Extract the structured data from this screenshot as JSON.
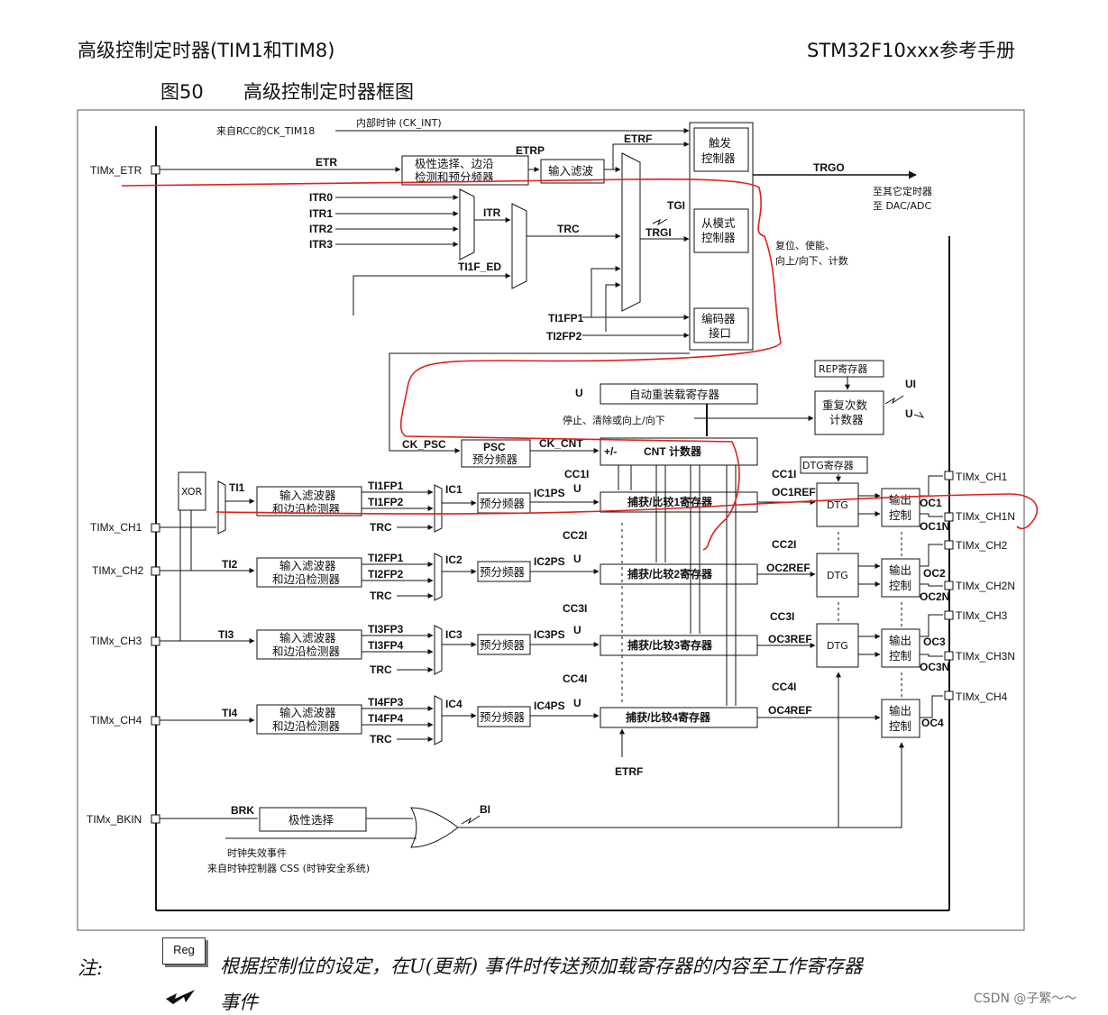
{
  "header": {
    "left": "高级控制定时器(TIM1和TIM8)",
    "right": "STM32F10xxx参考手册"
  },
  "figure": {
    "number": "图50",
    "title": "高级控制定时器框图"
  },
  "pins_left": {
    "etr": "TIMx_ETR",
    "ch1": "TIMx_CH1",
    "ch2": "TIMx_CH2",
    "ch3": "TIMx_CH3",
    "ch4": "TIMx_CH4",
    "bkin": "TIMx_BKIN"
  },
  "pins_right": {
    "ch1": "TIMx_CH1",
    "ch1n": "TIMx_CH1N",
    "ch2": "TIMx_CH2",
    "ch2n": "TIMx_CH2N",
    "ch3": "TIMx_CH3",
    "ch3n": "TIMx_CH3N",
    "ch4": "TIMx_CH4"
  },
  "clock": {
    "rcc": "来自RCC的CK_TIM18",
    "internal": "内部时钟 (CK_INT)"
  },
  "signals": {
    "etr": "ETR",
    "etrp": "ETRP",
    "etrf": "ETRF",
    "trgo": "TRGO",
    "itr0": "ITR0",
    "itr1": "ITR1",
    "itr2": "ITR2",
    "itr3": "ITR3",
    "itr": "ITR",
    "trc": "TRC",
    "tgi": "TGI",
    "trgi": "TRGI",
    "ti1f_ed": "TI1F_ED",
    "ti1fp1": "TI1FP1",
    "ti2fp2": "TI2FP2",
    "u": "U",
    "ui": "UI",
    "ck_psc": "CK_PSC",
    "ck_cnt": "CK_CNT",
    "xor": "XOR",
    "ti1": "TI1",
    "ti2": "TI2",
    "ti3": "TI3",
    "ti4": "TI4",
    "ch1_fp1": "TI1FP1",
    "ch1_fp2": "TI1FP2",
    "ch2_fp1": "TI2FP1",
    "ch2_fp2": "TI2FP2",
    "ch3_fp3": "TI3FP3",
    "ch3_fp4": "TI3FP4",
    "ch4_fp3": "TI4FP3",
    "ch4_fp4": "TI4FP4",
    "ic1": "IC1",
    "ic2": "IC2",
    "ic3": "IC3",
    "ic4": "IC4",
    "ic1ps": "IC1PS",
    "ic2ps": "IC2PS",
    "ic3ps": "IC3PS",
    "ic4ps": "IC4PS",
    "cc1i": "CC1I",
    "cc2i": "CC2I",
    "cc3i": "CC3I",
    "cc4i": "CC4I",
    "oc1ref": "OC1REF",
    "oc2ref": "OC2REF",
    "oc3ref": "OC3REF",
    "oc4ref": "OC4REF",
    "oc1": "OC1",
    "oc1n": "OC1N",
    "oc2": "OC2",
    "oc2n": "OC2N",
    "oc3": "OC3",
    "oc3n": "OC3N",
    "oc4": "OC4",
    "brk": "BRK",
    "bi": "BI",
    "etrf_bottom": "ETRF"
  },
  "blocks": {
    "polarity_line1": "极性选择、边沿",
    "polarity_line2": "检测和预分频器",
    "input_filter": "输入滤波",
    "trigger_ctrl_1": "触发",
    "trigger_ctrl_2": "控制器",
    "slave_mode_1": "从模式",
    "slave_mode_2": "控制器",
    "encoder_1": "编码器",
    "encoder_2": "接口",
    "to_other_1": "至其它定时器",
    "to_other_2": "至 DAC/ADC",
    "reset_1": "复位、使能、",
    "reset_2": "向上/向下、计数",
    "rep_reg": "REP寄存器",
    "rep_counter_1": "重复次数",
    "rep_counter_2": "计数器",
    "auto_reload": "自动重装载寄存器",
    "stop_clear": "停止、清除或向上/向下",
    "psc_1": "PSC",
    "psc_2": "预分频器",
    "cnt_dir": "+/-",
    "cnt": "CNT 计数器",
    "dtg_reg": "DTG寄存器",
    "dtg": "DTG",
    "filter_1": "输入滤波器",
    "filter_2": "和边沿检测器",
    "prescaler": "预分频器",
    "cc1": "捕获/比较1寄存器",
    "cc2": "捕获/比较2寄存器",
    "cc3": "捕获/比较3寄存器",
    "cc4": "捕获/比较4寄存器",
    "out_ctrl_1": "输出",
    "out_ctrl_2": "控制",
    "polarity_select": "极性选择",
    "clock_fail_1": "时钟失效事件",
    "clock_fail_2": "来自时钟控制器 CSS (时钟安全系统)"
  },
  "note": {
    "label": "注:",
    "reg_icon": "Reg",
    "reg_text": "根据控制位的设定，在U(更新) 事件时传送预加载寄存器的内容至工作寄存器",
    "event_text": "事件"
  },
  "watermark": "CSDN @子繁～～"
}
